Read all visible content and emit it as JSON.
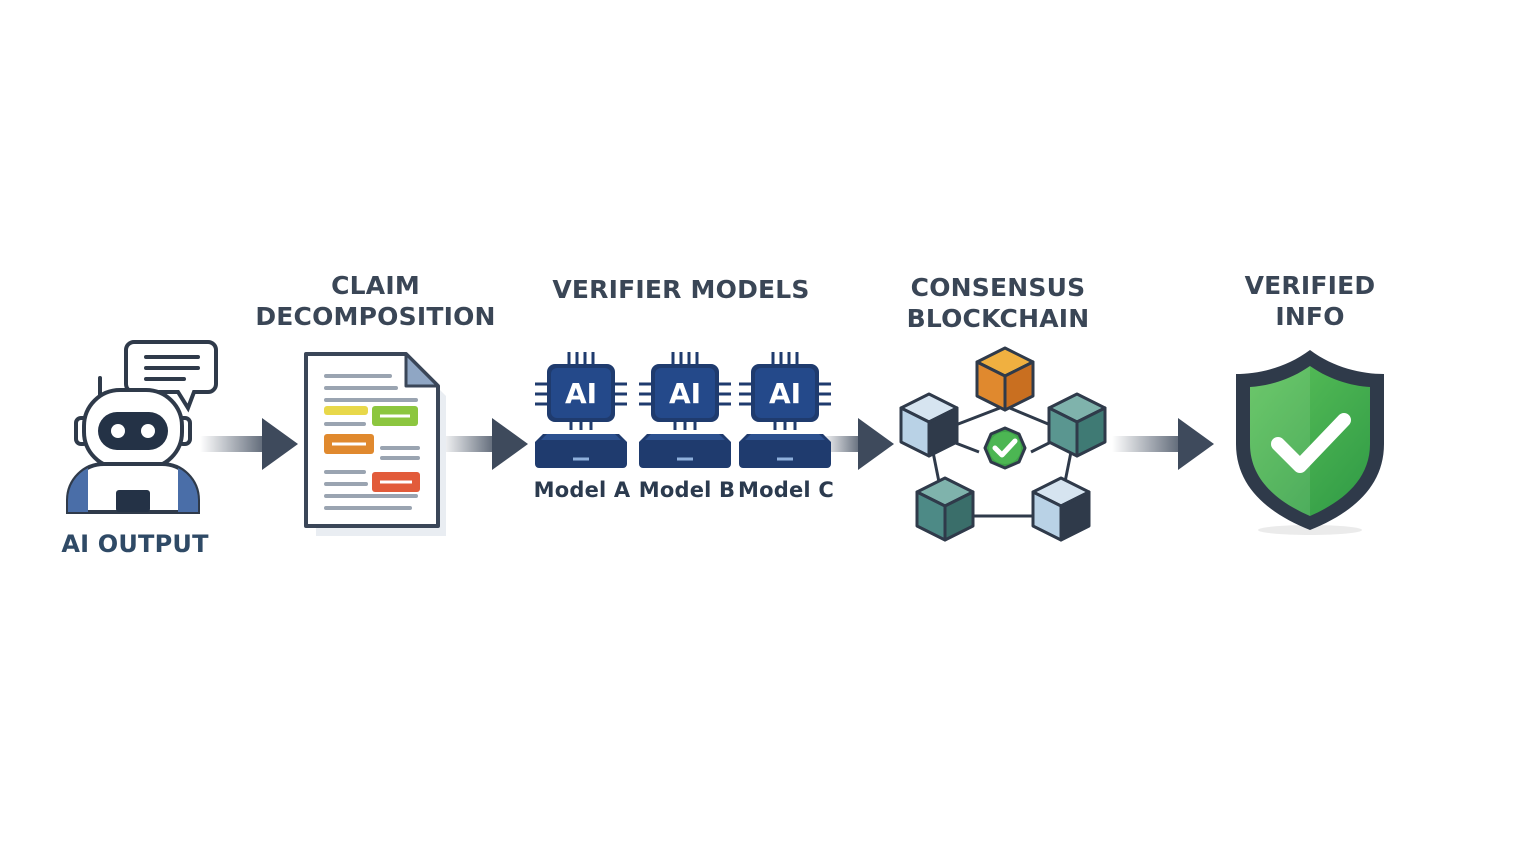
{
  "stages": {
    "ai_output": {
      "label": "AI OUTPUT"
    },
    "claim": {
      "title_line1": "CLAIM",
      "title_line2": "DECOMPOSITION"
    },
    "verifiers": {
      "title": "VERIFIER MODELS",
      "chip_text": "AI",
      "models": [
        "Model A",
        "Model B",
        "Model C"
      ]
    },
    "consensus": {
      "title_line1": "CONSENSUS",
      "title_line2": "BLOCKCHAIN"
    },
    "verified": {
      "title_line1": "VERIFIED",
      "title_line2": "INFO"
    }
  },
  "colors": {
    "navy": "#1f3b6e",
    "dark": "#2f3a4a",
    "green": "#3fa14a",
    "orange": "#e0892e",
    "yellow": "#e8d84a",
    "red": "#e25b3a",
    "lightgreen": "#8cc63f",
    "teal": "#4d8a86",
    "lightblue": "#b9d2e6",
    "arrow": "#3e4a5c"
  },
  "icons": [
    "robot-icon",
    "chat-bubble-icon",
    "document-icon",
    "ai-chip-icon",
    "blockchain-icon",
    "shield-check-icon"
  ]
}
